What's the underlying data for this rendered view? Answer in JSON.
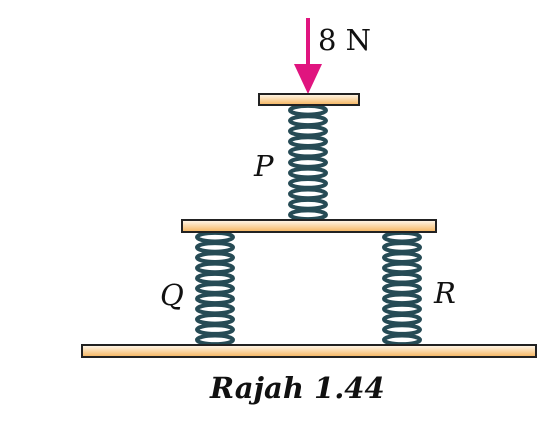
{
  "figure": {
    "force_label": "8 N",
    "spring_labels": {
      "p": "P",
      "q": "Q",
      "r": "R"
    },
    "caption": "Rajah 1.44"
  },
  "colors": {
    "arrow": "#e0157f",
    "spring": "#264b55",
    "plate_center": "#fffaf0",
    "plate_edge": "#f5b35c",
    "outline": "#222222"
  },
  "icons": {
    "force": "down-arrow",
    "spring": "coil-spring"
  }
}
